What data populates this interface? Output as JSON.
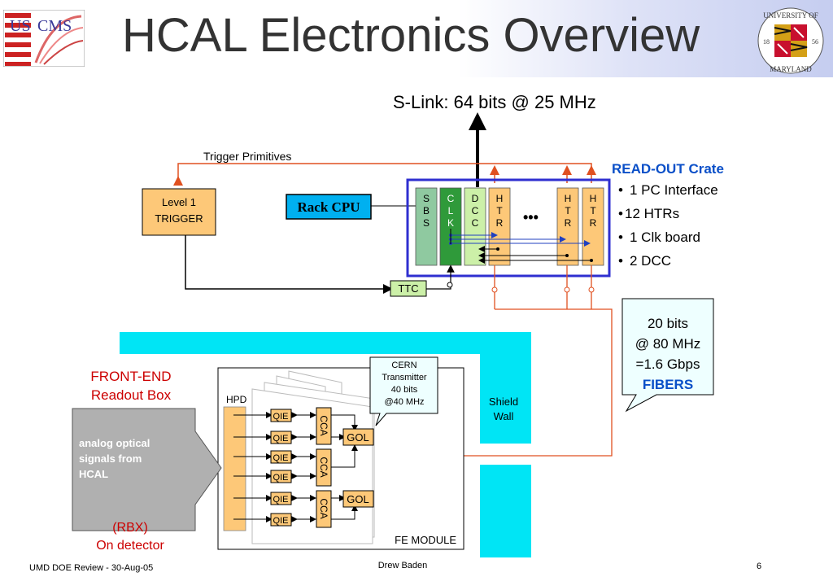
{
  "title": "HCAL Electronics Overview",
  "slink": "S-Link: 64 bits @ 25 MHz",
  "trigger_primitives": "Trigger Primitives",
  "level1": {
    "line1": "Level 1",
    "line2": "TRIGGER"
  },
  "rack_cpu": "Rack CPU",
  "ttc": "TTC",
  "crate_title": "READ-OUT Crate",
  "crate_bullets": [
    "1 PC Interface",
    "12 HTRs",
    "1 Clk board",
    "2 DCC"
  ],
  "sbs": [
    "S",
    "B",
    "S"
  ],
  "clk": [
    "C",
    "L",
    "K"
  ],
  "dcc": [
    "D",
    "C",
    "C"
  ],
  "htr": [
    "H",
    "T",
    "R"
  ],
  "ellipsis": "•••",
  "fibers": {
    "line1": "20 bits",
    "line2": "@ 80 MHz",
    "line3": "=1.6 Gbps",
    "line4": "FIBERS"
  },
  "cern": {
    "line1": "CERN",
    "line2": "Transmitter",
    "line3": "40 bits",
    "line4": "@40 MHz"
  },
  "shield": {
    "line1": "Shield",
    "line2": "Wall"
  },
  "frontend": {
    "line1": "FRONT-END",
    "line2": "Readout Box"
  },
  "analog": {
    "line1": "analog optical",
    "line2": "signals from",
    "line3": "HCAL"
  },
  "rbx": {
    "line1": "(RBX)",
    "line2": "On detector"
  },
  "hpd": "HPD",
  "qie": "QIE",
  "cca": "CCA",
  "gol": "GOL",
  "fe_module": "FE  MODULE",
  "footer": {
    "left": "UMD DOE Review - 30-Aug-05",
    "center": "Drew Baden",
    "right": "6"
  },
  "colors": {
    "orange_box": "#fdc878",
    "green_sbs": "#8fc9a0",
    "green_clk": "#2f9a3a",
    "green_dcc": "#ccf0a8",
    "cyan_wall": "#00e5f5",
    "red_line": "#e05020",
    "blue_crate": "#2f2fd0",
    "crate_title": "#0a4fc8",
    "red_text": "#cc0000",
    "rack_cpu_bg": "#00b0f0",
    "fibers_bg": "#eeffff"
  }
}
